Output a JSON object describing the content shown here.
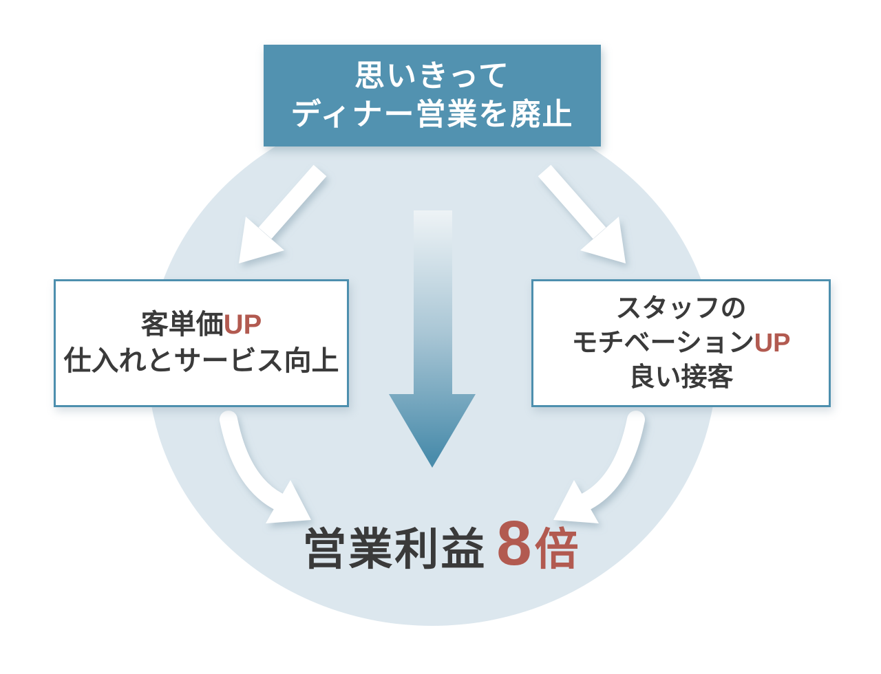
{
  "top_box": {
    "line1": "思いきって",
    "line2": "ディナー営業を廃止"
  },
  "left_box": {
    "line1_text": "客単価",
    "line1_up": "UP",
    "line2": "仕入れとサービス向上"
  },
  "right_box": {
    "line1": "スタッフの",
    "line2_text": "モチベーション",
    "line2_up": "UP",
    "line3": "良い接客"
  },
  "result": {
    "label": "営業利益",
    "multiplier": "8",
    "unit": "倍"
  },
  "colors": {
    "teal_box": "#5292b0",
    "box_border": "#4d8fae",
    "circle_bg": "#dce7ee",
    "text_dark": "#3a3a3a",
    "accent_red": "#b25a50",
    "arrow_white": "#ffffff",
    "center_arrow_top": "#eef3f6",
    "center_arrow_mid": "#a9c6d5",
    "center_arrow_bottom": "#4a8cab"
  }
}
